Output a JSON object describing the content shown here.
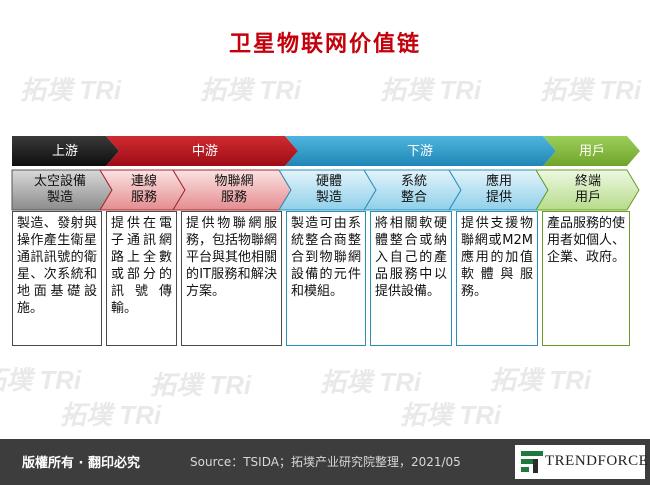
{
  "title": "卫星物联网价值链",
  "stages": [
    {
      "label": "上游"
    },
    {
      "label": "中游"
    },
    {
      "label": "下游"
    },
    {
      "label": "用戶"
    }
  ],
  "segments": [
    {
      "label_lines": [
        "太空設備",
        "製造"
      ],
      "description": "製造、發射與操作產生衛星通訊訊號的衛星、次系統和地面基礎設施。"
    },
    {
      "label_lines": [
        "連線",
        "服務"
      ],
      "description": "提供在電子通訊網路上全數或部分的訊號傳輸。"
    },
    {
      "label_lines": [
        "物聯網",
        "服務"
      ],
      "description": "提供物聯網服務，包括物聯網平台與其他相關的IT服務和解決方案。"
    },
    {
      "label_lines": [
        "硬體",
        "製造"
      ],
      "description": "製造可由系統整合商整合到物聯網設備的元件和模組。"
    },
    {
      "label_lines": [
        "系統",
        "整合"
      ],
      "description": "將相關軟硬體整合或納入自己的產品服務中以提供設備。"
    },
    {
      "label_lines": [
        "應用",
        "提供"
      ],
      "description": "提供支援物聯網或M2M應用的加值軟體與服務。"
    },
    {
      "label_lines": [
        "終端",
        "用戶"
      ],
      "description": "產品服務的使用者如個人、企業、政府。"
    }
  ],
  "watermark": "拓墣 TRi",
  "footer": {
    "rights": "版權所有 · 翻印必究",
    "source": "Source：TSIDA；拓墣产业研究院整理，2021/05",
    "logo_text": "TRENDFORCE"
  },
  "colors": {
    "title": "#c4000b",
    "upstream": "#141414",
    "midstream": "#b5141e",
    "downstream": "#2b9ac9",
    "user": "#7fb83a",
    "footer_bg": "#3d3d3d"
  }
}
